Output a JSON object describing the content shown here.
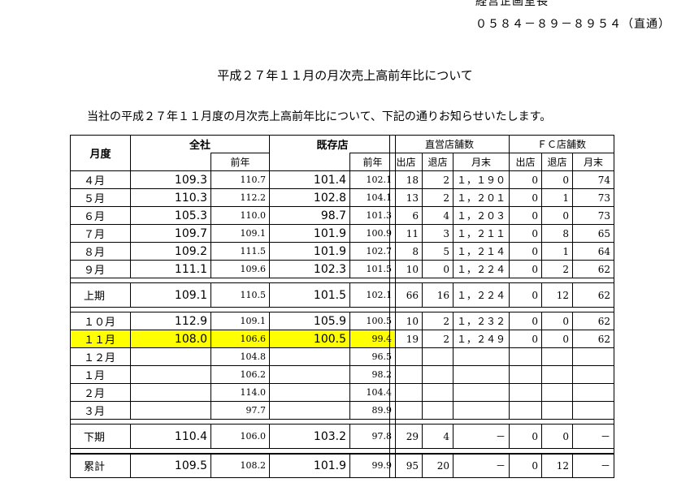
{
  "header": {
    "dept": "経営企画室長",
    "phone": "０５８４－８９－８９５４（直通）"
  },
  "title": "平成２７年１１月の月次売上高前年比について",
  "notice": "当社の平成２７年１１月度の月次売上高前年比について、下記の通りお知らせいたします。",
  "sales_table": {
    "headers": {
      "month": "月度",
      "zensha": "全社",
      "kizon": "既存店",
      "prev": "前年"
    },
    "rows": [
      {
        "m": "４月",
        "z": "109.3",
        "zp": "110.7",
        "k": "101.4",
        "kp": "102.1"
      },
      {
        "m": "５月",
        "z": "110.3",
        "zp": "112.2",
        "k": "102.8",
        "kp": "104.1"
      },
      {
        "m": "６月",
        "z": "105.3",
        "zp": "110.0",
        "k": "98.7",
        "kp": "101.3"
      },
      {
        "m": "７月",
        "z": "109.7",
        "zp": "109.1",
        "k": "101.9",
        "kp": "100.9"
      },
      {
        "m": "８月",
        "z": "109.2",
        "zp": "111.5",
        "k": "101.9",
        "kp": "102.7"
      },
      {
        "m": "９月",
        "z": "111.1",
        "zp": "109.6",
        "k": "102.3",
        "kp": "101.5"
      },
      {
        "m": "上期",
        "z": "109.1",
        "zp": "110.5",
        "k": "101.5",
        "kp": "102.1"
      },
      {
        "m": "１０月",
        "z": "112.9",
        "zp": "109.1",
        "k": "105.9",
        "kp": "100.5"
      },
      {
        "m": "１１月",
        "z": "108.0",
        "zp": "106.6",
        "k": "100.5",
        "kp": "99.4"
      },
      {
        "m": "１２月",
        "z": "",
        "zp": "104.8",
        "k": "",
        "kp": "96.5"
      },
      {
        "m": "１月",
        "z": "",
        "zp": "106.2",
        "k": "",
        "kp": "98.2"
      },
      {
        "m": "２月",
        "z": "",
        "zp": "114.0",
        "k": "",
        "kp": "104.4"
      },
      {
        "m": "３月",
        "z": "",
        "zp": "97.7",
        "k": "",
        "kp": "89.9"
      },
      {
        "m": "下期",
        "z": "110.4",
        "zp": "106.0",
        "k": "103.2",
        "kp": "97.8"
      },
      {
        "m": "累計",
        "z": "109.5",
        "zp": "108.2",
        "k": "101.9",
        "kp": "99.9"
      }
    ]
  },
  "store_table": {
    "headers": {
      "direct": "直営店舗数",
      "fc": "ＦＣ店舗数",
      "open": "出店",
      "close": "退店",
      "end": "月末"
    },
    "rows": [
      {
        "o": "18",
        "c": "2",
        "e": "１，１９０",
        "fo": "0",
        "fc": "0",
        "fe": "74"
      },
      {
        "o": "13",
        "c": "2",
        "e": "１，２０１",
        "fo": "0",
        "fc": "1",
        "fe": "73"
      },
      {
        "o": "6",
        "c": "4",
        "e": "１，２０３",
        "fo": "0",
        "fc": "0",
        "fe": "73"
      },
      {
        "o": "11",
        "c": "3",
        "e": "１，２１１",
        "fo": "0",
        "fc": "8",
        "fe": "65"
      },
      {
        "o": "8",
        "c": "5",
        "e": "１，２１４",
        "fo": "0",
        "fc": "1",
        "fe": "64"
      },
      {
        "o": "10",
        "c": "0",
        "e": "１，２２４",
        "fo": "0",
        "fc": "2",
        "fe": "62"
      },
      {
        "o": "66",
        "c": "16",
        "e": "１，２２４",
        "fo": "0",
        "fc": "12",
        "fe": "62"
      },
      {
        "o": "10",
        "c": "2",
        "e": "１，２３２",
        "fo": "0",
        "fc": "0",
        "fe": "62"
      },
      {
        "o": "19",
        "c": "2",
        "e": "１，２４９",
        "fo": "0",
        "fc": "0",
        "fe": "62"
      },
      {
        "o": "",
        "c": "",
        "e": "",
        "fo": "",
        "fc": "",
        "fe": ""
      },
      {
        "o": "",
        "c": "",
        "e": "",
        "fo": "",
        "fc": "",
        "fe": ""
      },
      {
        "o": "",
        "c": "",
        "e": "",
        "fo": "",
        "fc": "",
        "fe": ""
      },
      {
        "o": "",
        "c": "",
        "e": "",
        "fo": "",
        "fc": "",
        "fe": ""
      },
      {
        "o": "29",
        "c": "4",
        "e": "－",
        "fo": "0",
        "fc": "0",
        "fe": "－"
      },
      {
        "o": "95",
        "c": "20",
        "e": "－",
        "fo": "0",
        "fc": "12",
        "fe": "－"
      }
    ]
  },
  "highlight_color": "#ffff00"
}
